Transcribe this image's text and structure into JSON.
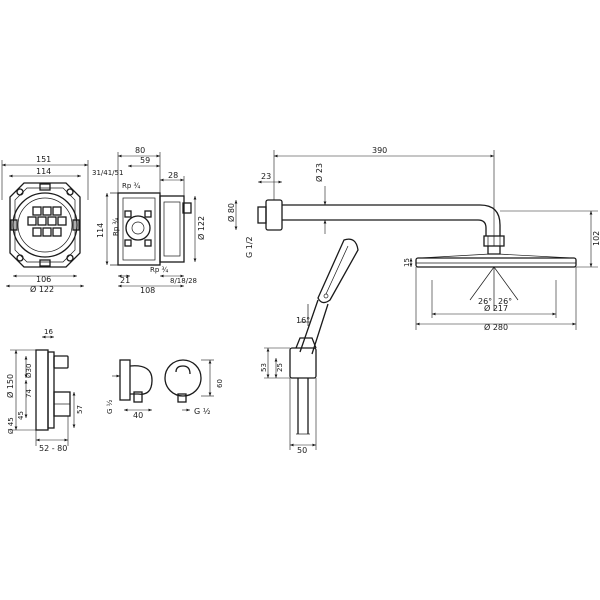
{
  "colors": {
    "line": "#1a1a1a",
    "background": "#ffffff"
  },
  "box": {
    "w151": "151",
    "w114": "114",
    "w106": "106",
    "d122": "Ø 122",
    "w80": "80",
    "w59": "59",
    "d31": "31/41/51",
    "w28": "28",
    "rp1": "Rp ¾",
    "rp2": "Rp ¾",
    "rp3": "Rp ¾",
    "h114": "114",
    "h122": "Ø 122",
    "w21": "21",
    "w108": "108",
    "d8": "8/18/28"
  },
  "arm": {
    "w390": "390",
    "w23": "23",
    "d23": "Ø 23",
    "d80": "Ø 80",
    "g12": "G 1/2",
    "h102": "102",
    "h15": "15",
    "a26l": "26°",
    "a26r": "26°",
    "d217": "Ø 217",
    "d280": "Ø 280"
  },
  "trim": {
    "w16": "16",
    "d150": "Ø 150",
    "d30": "Ø30",
    "h74": "74",
    "h45": "45",
    "d45": "Ø 45",
    "h57": "57",
    "w5280": "52 - 80"
  },
  "outlet": {
    "g1": "G ½",
    "w40": "40",
    "h60": "60",
    "g2": "G ½"
  },
  "hand": {
    "a16": "16°",
    "h53": "53",
    "h25": "25",
    "w50": "50"
  }
}
